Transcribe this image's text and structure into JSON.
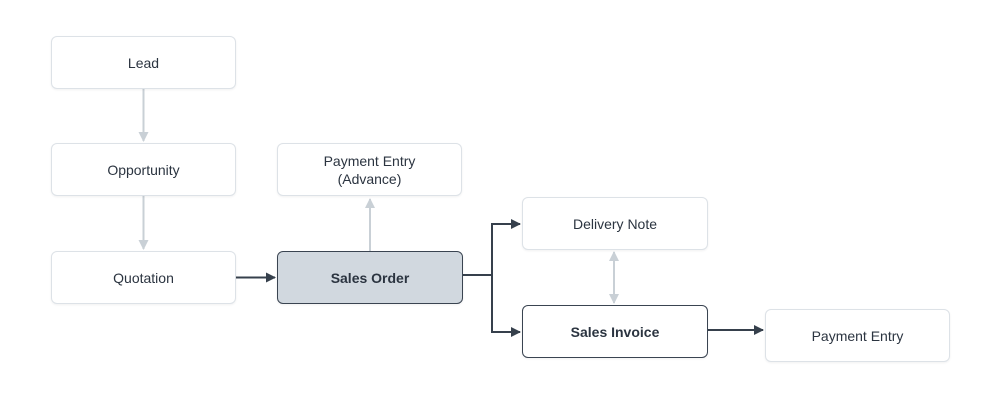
{
  "colors": {
    "active_edge": "#36404c",
    "muted_edge": "#c9d0d6",
    "highlight_fill": "#d1d8df",
    "node_text": "#2b3440"
  },
  "nodes": {
    "lead": "Lead",
    "opportunity": "Opportunity",
    "quotation": "Quotation",
    "sales_order": "Sales Order",
    "payment_advance": "Payment Entry\n(Advance)",
    "delivery_note": "Delivery Note",
    "sales_invoice": "Sales Invoice",
    "payment_entry": "Payment Entry"
  },
  "edges": [
    {
      "from": "Lead",
      "to": "Opportunity",
      "style": "muted"
    },
    {
      "from": "Opportunity",
      "to": "Quotation",
      "style": "muted"
    },
    {
      "from": "Quotation",
      "to": "Sales Order",
      "style": "active"
    },
    {
      "from": "Sales Order",
      "to": "Payment Entry (Advance)",
      "style": "muted"
    },
    {
      "from": "Sales Order",
      "to": "Delivery Note",
      "style": "active"
    },
    {
      "from": "Sales Order",
      "to": "Sales Invoice",
      "style": "active"
    },
    {
      "from": "Delivery Note",
      "to": "Sales Invoice",
      "style": "muted",
      "bidirectional": true
    },
    {
      "from": "Sales Invoice",
      "to": "Payment Entry",
      "style": "active"
    }
  ]
}
